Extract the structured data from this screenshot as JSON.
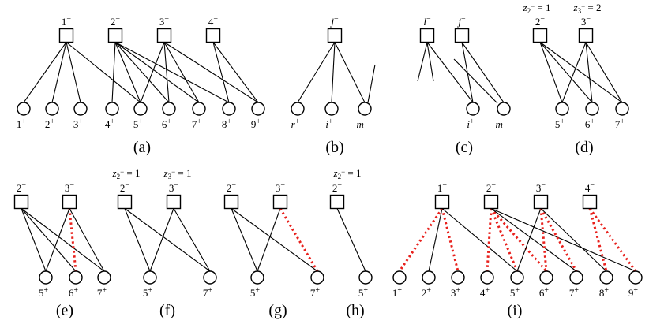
{
  "panels": {
    "a": {
      "caption": "(a)",
      "checks": [
        "1",
        "2",
        "3",
        "4"
      ],
      "vars": [
        "1",
        "2",
        "3",
        "4",
        "5",
        "6",
        "7",
        "8",
        "9"
      ]
    },
    "b": {
      "caption": "(b)",
      "checks": [
        "j"
      ],
      "vars": [
        "r",
        "i",
        "m"
      ]
    },
    "c": {
      "caption": "(c)",
      "checks": [
        "l",
        "j"
      ],
      "vars": [
        "i",
        "m"
      ]
    },
    "d": {
      "caption": "(d)",
      "checks": [
        "2",
        "3"
      ],
      "vars": [
        "5",
        "6",
        "7"
      ],
      "annotations": [
        {
          "var": "z",
          "sub": "2",
          "value": " = 1"
        },
        {
          "var": "z",
          "sub": "3",
          "value": " = 2"
        }
      ]
    },
    "e": {
      "caption": "(e)",
      "checks": [
        "2",
        "3"
      ],
      "vars": [
        "5",
        "6",
        "7"
      ]
    },
    "f": {
      "caption": "(f)",
      "checks": [
        "2",
        "3"
      ],
      "vars": [
        "5",
        "7"
      ],
      "annotations": [
        {
          "var": "z",
          "sub": "2",
          "value": " = 1"
        },
        {
          "var": "z",
          "sub": "3",
          "value": " = 1"
        }
      ]
    },
    "g": {
      "caption": "(g)",
      "checks": [
        "2",
        "3"
      ],
      "vars": [
        "5",
        "7"
      ]
    },
    "h": {
      "caption": "(h)",
      "checks": [
        "2"
      ],
      "vars": [
        "5"
      ],
      "annotations": [
        {
          "var": "z",
          "sub": "2",
          "value": " = 1"
        }
      ]
    },
    "i": {
      "caption": "(i)",
      "checks": [
        "1",
        "2",
        "3",
        "4"
      ],
      "vars": [
        "1",
        "2",
        "3",
        "4",
        "5",
        "6",
        "7",
        "8",
        "9"
      ]
    }
  },
  "signs": {
    "check": "−",
    "var": "+"
  },
  "colors": {
    "stroke": "#000000",
    "highlight_edge": "#e8201c",
    "background": "#ffffff"
  }
}
